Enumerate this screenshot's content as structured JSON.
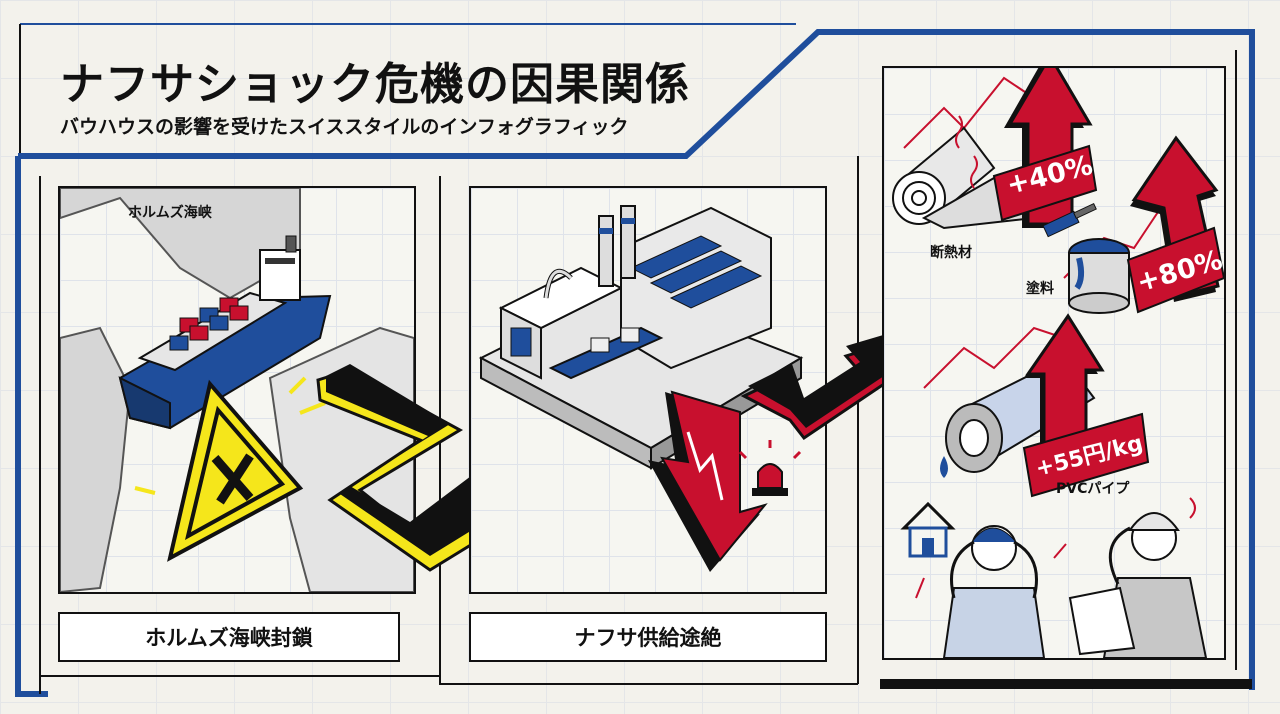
{
  "header": {
    "title": "ナフサショック危機の因果関係",
    "subtitle": "バウハウスの影響を受けたスイススタイルのインフォグラフィック"
  },
  "panel1": {
    "map_label": "ホルムズ海峡",
    "caption": "ホルムズ海峡封鎖"
  },
  "panel2": {
    "caption": "ナフサ供給途絶"
  },
  "panel3": {
    "items": [
      {
        "name": "断熱材",
        "change": "+40%"
      },
      {
        "name": "塗料",
        "change": "+80%"
      },
      {
        "name": "PVCパイプ",
        "change": "+55円/kg"
      }
    ]
  },
  "colors": {
    "accent_red": "#c8102e",
    "accent_blue": "#1f4e9c",
    "accent_yellow": "#f5e61b",
    "ink": "#111111"
  }
}
